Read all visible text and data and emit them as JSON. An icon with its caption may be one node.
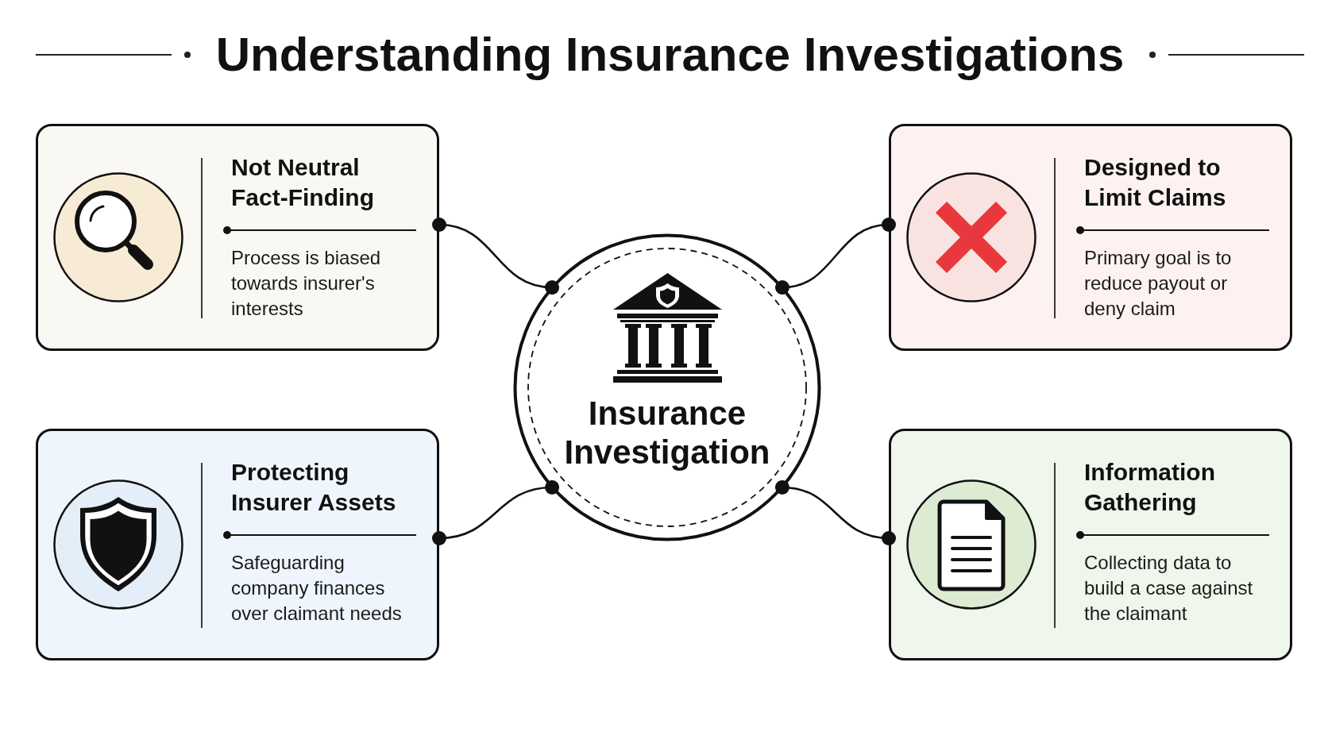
{
  "diagram": {
    "title": "Understanding Insurance Investigations",
    "nodes": [
      {
        "text": [
          "Not Neutral Fact-Finding",
          "Process is biased towards insurer's interests"
        ]
      },
      {
        "text": [
          "Designed to Limit Claims",
          "Primary goal is to reduce payout or deny claim"
        ]
      },
      {
        "text": [
          "Insurance Investigation"
        ]
      },
      {
        "text": [
          "Protecting Insurer Assets",
          "Safeguarding company finances over claimant needs"
        ]
      },
      {
        "text": [
          "Information Gathering",
          "Collecting data to build a case against the claimant"
        ]
      }
    ],
    "edges": [
      {
        "from": 2,
        "to": 0,
        "arrow": "other"
      },
      {
        "from": 2,
        "to": 1,
        "arrow": "other"
      },
      {
        "from": 2,
        "to": 3,
        "arrow": "other"
      },
      {
        "from": 2,
        "to": 4,
        "arrow": "other"
      }
    ]
  }
}
